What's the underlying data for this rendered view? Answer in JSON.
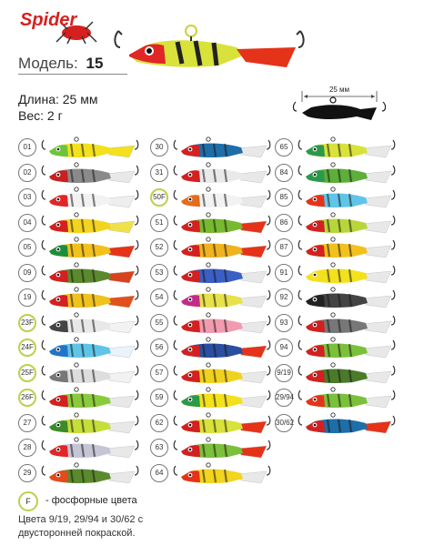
{
  "brand": "Spider",
  "model_label": "Модель:",
  "model_number": "15",
  "length_text": "Длина: 25 мм",
  "weight_text": "Вес: 2 г",
  "dimension_label": "25 мм",
  "colors": {
    "brand_red": "#d6201f",
    "phosphor_ring": "#b7d34a",
    "hook": "#333333"
  },
  "columns": [
    {
      "items": [
        {
          "code": "01",
          "phosphor": false,
          "body": "#f3e11e",
          "head": "#6cc43a",
          "tail": "#f3e11e"
        },
        {
          "code": "02",
          "phosphor": false,
          "body": "#8a8a8a",
          "head": "#c81f1f",
          "tail": "#e8e8e8"
        },
        {
          "code": "03",
          "phosphor": false,
          "body": "#f2f2f2",
          "head": "#e02626",
          "tail": "#eeeeee"
        },
        {
          "code": "04",
          "phosphor": false,
          "body": "#f3d41e",
          "head": "#d32020",
          "tail": "#f0e14a"
        },
        {
          "code": "05",
          "phosphor": false,
          "body": "#f3c11e",
          "head": "#1c8e3a",
          "tail": "#e53319"
        },
        {
          "code": "09",
          "phosphor": false,
          "body": "#5b8a2e",
          "head": "#d32020",
          "tail": "#d8421e"
        },
        {
          "code": "19",
          "phosphor": false,
          "body": "#f0c21e",
          "head": "#d32020",
          "tail": "#e2501c"
        },
        {
          "code": "23F",
          "phosphor": true,
          "body": "#e8e8e8",
          "head": "#444444",
          "tail": "#f2f2f2"
        },
        {
          "code": "24F",
          "phosphor": true,
          "body": "#5fc5e8",
          "head": "#2373c9",
          "tail": "#e8f4fa"
        },
        {
          "code": "25F",
          "phosphor": true,
          "body": "#dddddd",
          "head": "#777777",
          "tail": "#f1f1f1"
        },
        {
          "code": "26F",
          "phosphor": true,
          "body": "#8acb3c",
          "head": "#d32020",
          "tail": "#e8e8e8"
        },
        {
          "code": "27",
          "phosphor": false,
          "body": "#c6de3a",
          "head": "#3c8a2a",
          "tail": "#e8e8e8"
        },
        {
          "code": "28",
          "phosphor": false,
          "body": "#c5c5d6",
          "head": "#e02626",
          "tail": "#e8e8e8"
        },
        {
          "code": "29",
          "phosphor": false,
          "body": "#5b8a2e",
          "head": "#e34a1c",
          "tail": "#e8e8e8"
        }
      ]
    },
    {
      "items": [
        {
          "code": "30",
          "phosphor": false,
          "body": "#1e6ea8",
          "head": "#d32020",
          "tail": "#e8e8e8"
        },
        {
          "code": "31",
          "phosphor": false,
          "body": "#e9e9e9",
          "head": "#d32020",
          "tail": "#e8e8e8"
        },
        {
          "code": "50F",
          "phosphor": true,
          "body": "#f2f2f2",
          "head": "#e26c1f",
          "tail": "#e8e8e8"
        },
        {
          "code": "51",
          "phosphor": false,
          "body": "#77b92f",
          "head": "#d32020",
          "tail": "#e53319"
        },
        {
          "code": "52",
          "phosphor": false,
          "body": "#f0b21e",
          "head": "#d32020",
          "tail": "#e53319"
        },
        {
          "code": "53",
          "phosphor": false,
          "body": "#3a5fc5",
          "head": "#d32020",
          "tail": "#e8e8e8"
        },
        {
          "code": "54",
          "phosphor": false,
          "body": "#e7e24a",
          "head": "#c22b8a",
          "tail": "#e8e8e8"
        },
        {
          "code": "55",
          "phosphor": false,
          "body": "#f29bb0",
          "head": "#d32020",
          "tail": "#e8e8e8"
        },
        {
          "code": "56",
          "phosphor": false,
          "body": "#2a4fa0",
          "head": "#d32020",
          "tail": "#e53319"
        },
        {
          "code": "57",
          "phosphor": false,
          "body": "#f0d21e",
          "head": "#d32020",
          "tail": "#e8e8e8"
        },
        {
          "code": "59",
          "phosphor": false,
          "body": "#f3e11e",
          "head": "#2a9a4a",
          "tail": "#e8e8e8"
        },
        {
          "code": "62",
          "phosphor": false,
          "body": "#d8e23a",
          "head": "#d32020",
          "tail": "#e53319"
        },
        {
          "code": "63",
          "phosphor": false,
          "body": "#7bc03a",
          "head": "#d32020",
          "tail": "#e53319"
        },
        {
          "code": "64",
          "phosphor": false,
          "body": "#f3d41e",
          "head": "#e53319",
          "tail": "#e8e8e8"
        }
      ]
    },
    {
      "items": [
        {
          "code": "65",
          "phosphor": false,
          "body": "#d8e23a",
          "head": "#2a9a4a",
          "tail": "#e8e8e8"
        },
        {
          "code": "84",
          "phosphor": false,
          "body": "#5eae3a",
          "head": "#2a9a4a",
          "tail": "#e8e8e8"
        },
        {
          "code": "85",
          "phosphor": false,
          "body": "#5fc5e8",
          "head": "#e53319",
          "tail": "#e8e8e8"
        },
        {
          "code": "86",
          "phosphor": false,
          "body": "#b8d63a",
          "head": "#d32020",
          "tail": "#e8e8e8"
        },
        {
          "code": "87",
          "phosphor": false,
          "body": "#f3c11e",
          "head": "#d32020",
          "tail": "#e8e8e8"
        },
        {
          "code": "91",
          "phosphor": false,
          "body": "#f3e11e",
          "head": "#f3e11e",
          "tail": "#e8e8e8"
        },
        {
          "code": "92",
          "phosphor": false,
          "body": "#444444",
          "head": "#222222",
          "tail": "#e8e8e8"
        },
        {
          "code": "93",
          "phosphor": false,
          "body": "#777777",
          "head": "#d32020",
          "tail": "#e8e8e8"
        },
        {
          "code": "94",
          "phosphor": false,
          "body": "#7bc03a",
          "head": "#d32020",
          "tail": "#e8e8e8"
        },
        {
          "code": "9/19",
          "phosphor": false,
          "body": "#4a7a2a",
          "head": "#d32020",
          "tail": "#e8e8e8"
        },
        {
          "code": "29/94",
          "phosphor": false,
          "body": "#7bc03a",
          "head": "#e53319",
          "tail": "#e8e8e8"
        },
        {
          "code": "30/62",
          "phosphor": false,
          "body": "#1e6ea8",
          "head": "#d32020",
          "tail": "#e53319"
        }
      ]
    }
  ],
  "legend": {
    "code": "F",
    "text": "- фосфорные цвета"
  },
  "note": "Цвета 9/19, 29/94 и 30/62 с двусторонней покраской."
}
